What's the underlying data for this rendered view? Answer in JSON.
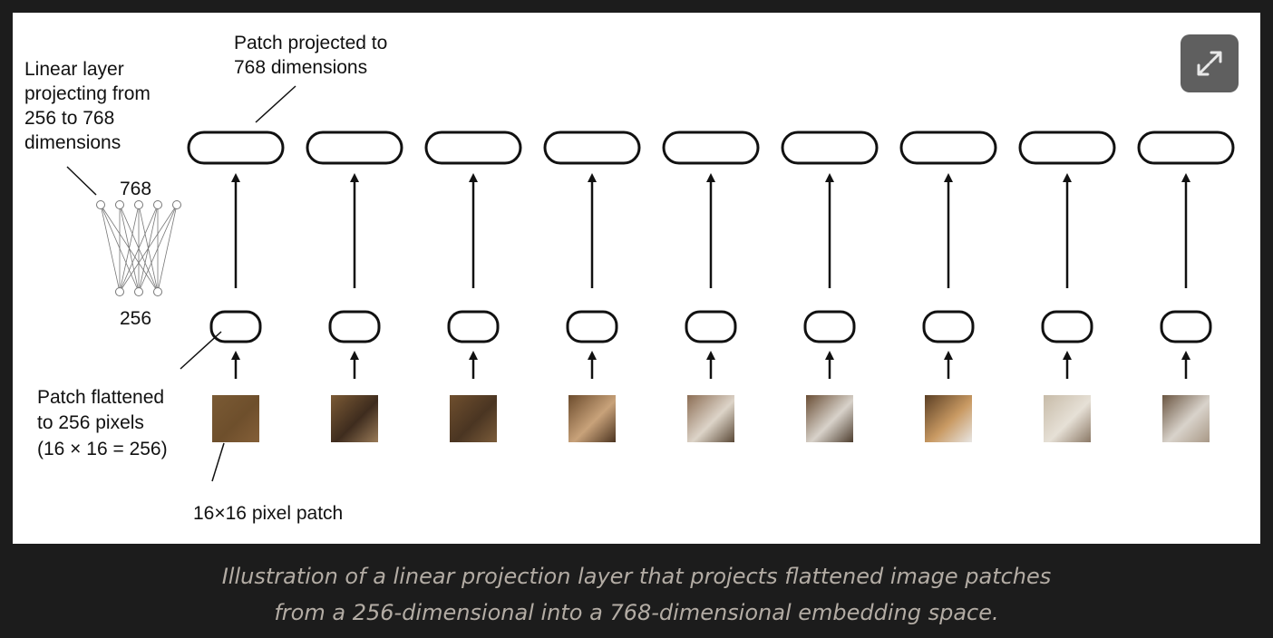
{
  "diagram": {
    "label_linear_layer": [
      "Linear layer",
      "projecting from",
      "256 to 768",
      "dimensions"
    ],
    "label_patch_projected": [
      "Patch projected to",
      "768 dimensions"
    ],
    "label_768": "768",
    "label_256": "256",
    "label_patch_flattened": [
      "Patch flattened",
      "to 256 pixels",
      "(16 × 16 = 256)"
    ],
    "label_pixel_patch": "16×16 pixel patch",
    "patch_count": 9,
    "patches": [
      {
        "colors": [
          "#7a5a34",
          "#6e4f2c",
          "#845f38"
        ]
      },
      {
        "colors": [
          "#7b5a35",
          "#3e2c1e",
          "#9a7b58"
        ]
      },
      {
        "colors": [
          "#6f4f2e",
          "#4a3522",
          "#7b5c3a"
        ]
      },
      {
        "colors": [
          "#6c4c2d",
          "#c8a27a",
          "#4c3420"
        ]
      },
      {
        "colors": [
          "#8c6e55",
          "#ddd4c8",
          "#5a4836"
        ]
      },
      {
        "colors": [
          "#6a4e35",
          "#d8d2ca",
          "#4d3d2e"
        ]
      },
      {
        "colors": [
          "#5b3f24",
          "#c99a63",
          "#e8e6e3"
        ]
      },
      {
        "colors": [
          "#c7bba8",
          "#e6e0d6",
          "#8b7966"
        ]
      },
      {
        "colors": [
          "#6b5642",
          "#d9d3cb",
          "#a89886"
        ]
      }
    ]
  },
  "expand_button": {
    "icon": "expand-icon"
  },
  "caption": {
    "line1": "Illustration of a linear projection layer that projects flattened image patches",
    "line2": "from a 256-dimensional into a 768-dimensional embedding space."
  }
}
